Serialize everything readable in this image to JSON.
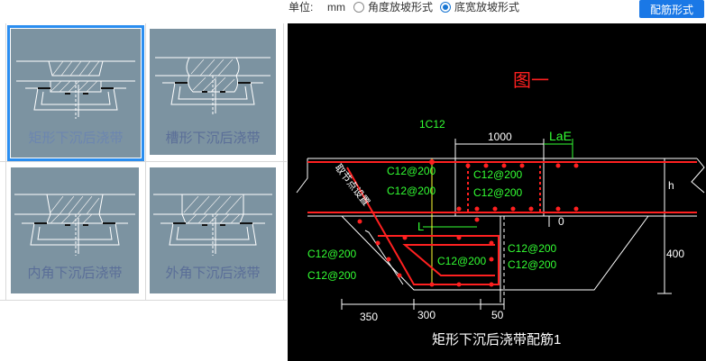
{
  "toolbar": {
    "unit_label": "单位:",
    "unit_value": "mm",
    "options": [
      {
        "label": "角度放坡形式",
        "checked": false
      },
      {
        "label": "底宽放坡形式",
        "checked": true
      }
    ],
    "config_button": "配筋形式"
  },
  "tiles": [
    {
      "label": "矩形下沉后浇带",
      "selected": true
    },
    {
      "label": "槽形下沉后浇带",
      "selected": false
    },
    {
      "label": "内角下沉后浇带",
      "selected": false
    },
    {
      "label": "外角下沉后浇带",
      "selected": false
    }
  ],
  "drawing": {
    "figure_title": "图一",
    "caption": "矩形下沉后浇带配筋1",
    "labels": {
      "top_bar": "1C12",
      "dim_1000": "1000",
      "lae": "LaE",
      "c12_a": "C12@200",
      "c12_b": "C12@200",
      "c12_c": "C12@200",
      "c12_d": "C12@200",
      "c12_e": "C12@200",
      "c12_f": "C12@200",
      "c12_g": "C12@200",
      "c12_h": "C12@200",
      "c12_i": "C12@200",
      "h": "h",
      "zero": "0",
      "dim_400": "400",
      "L": "L",
      "dim_350": "350",
      "dim_300": "300",
      "dim_50": "50",
      "note": "取节点设置"
    },
    "colors": {
      "red": "#ff2020",
      "green": "#33ff33",
      "white": "#ffffff",
      "yellow": "#ffff33"
    }
  }
}
